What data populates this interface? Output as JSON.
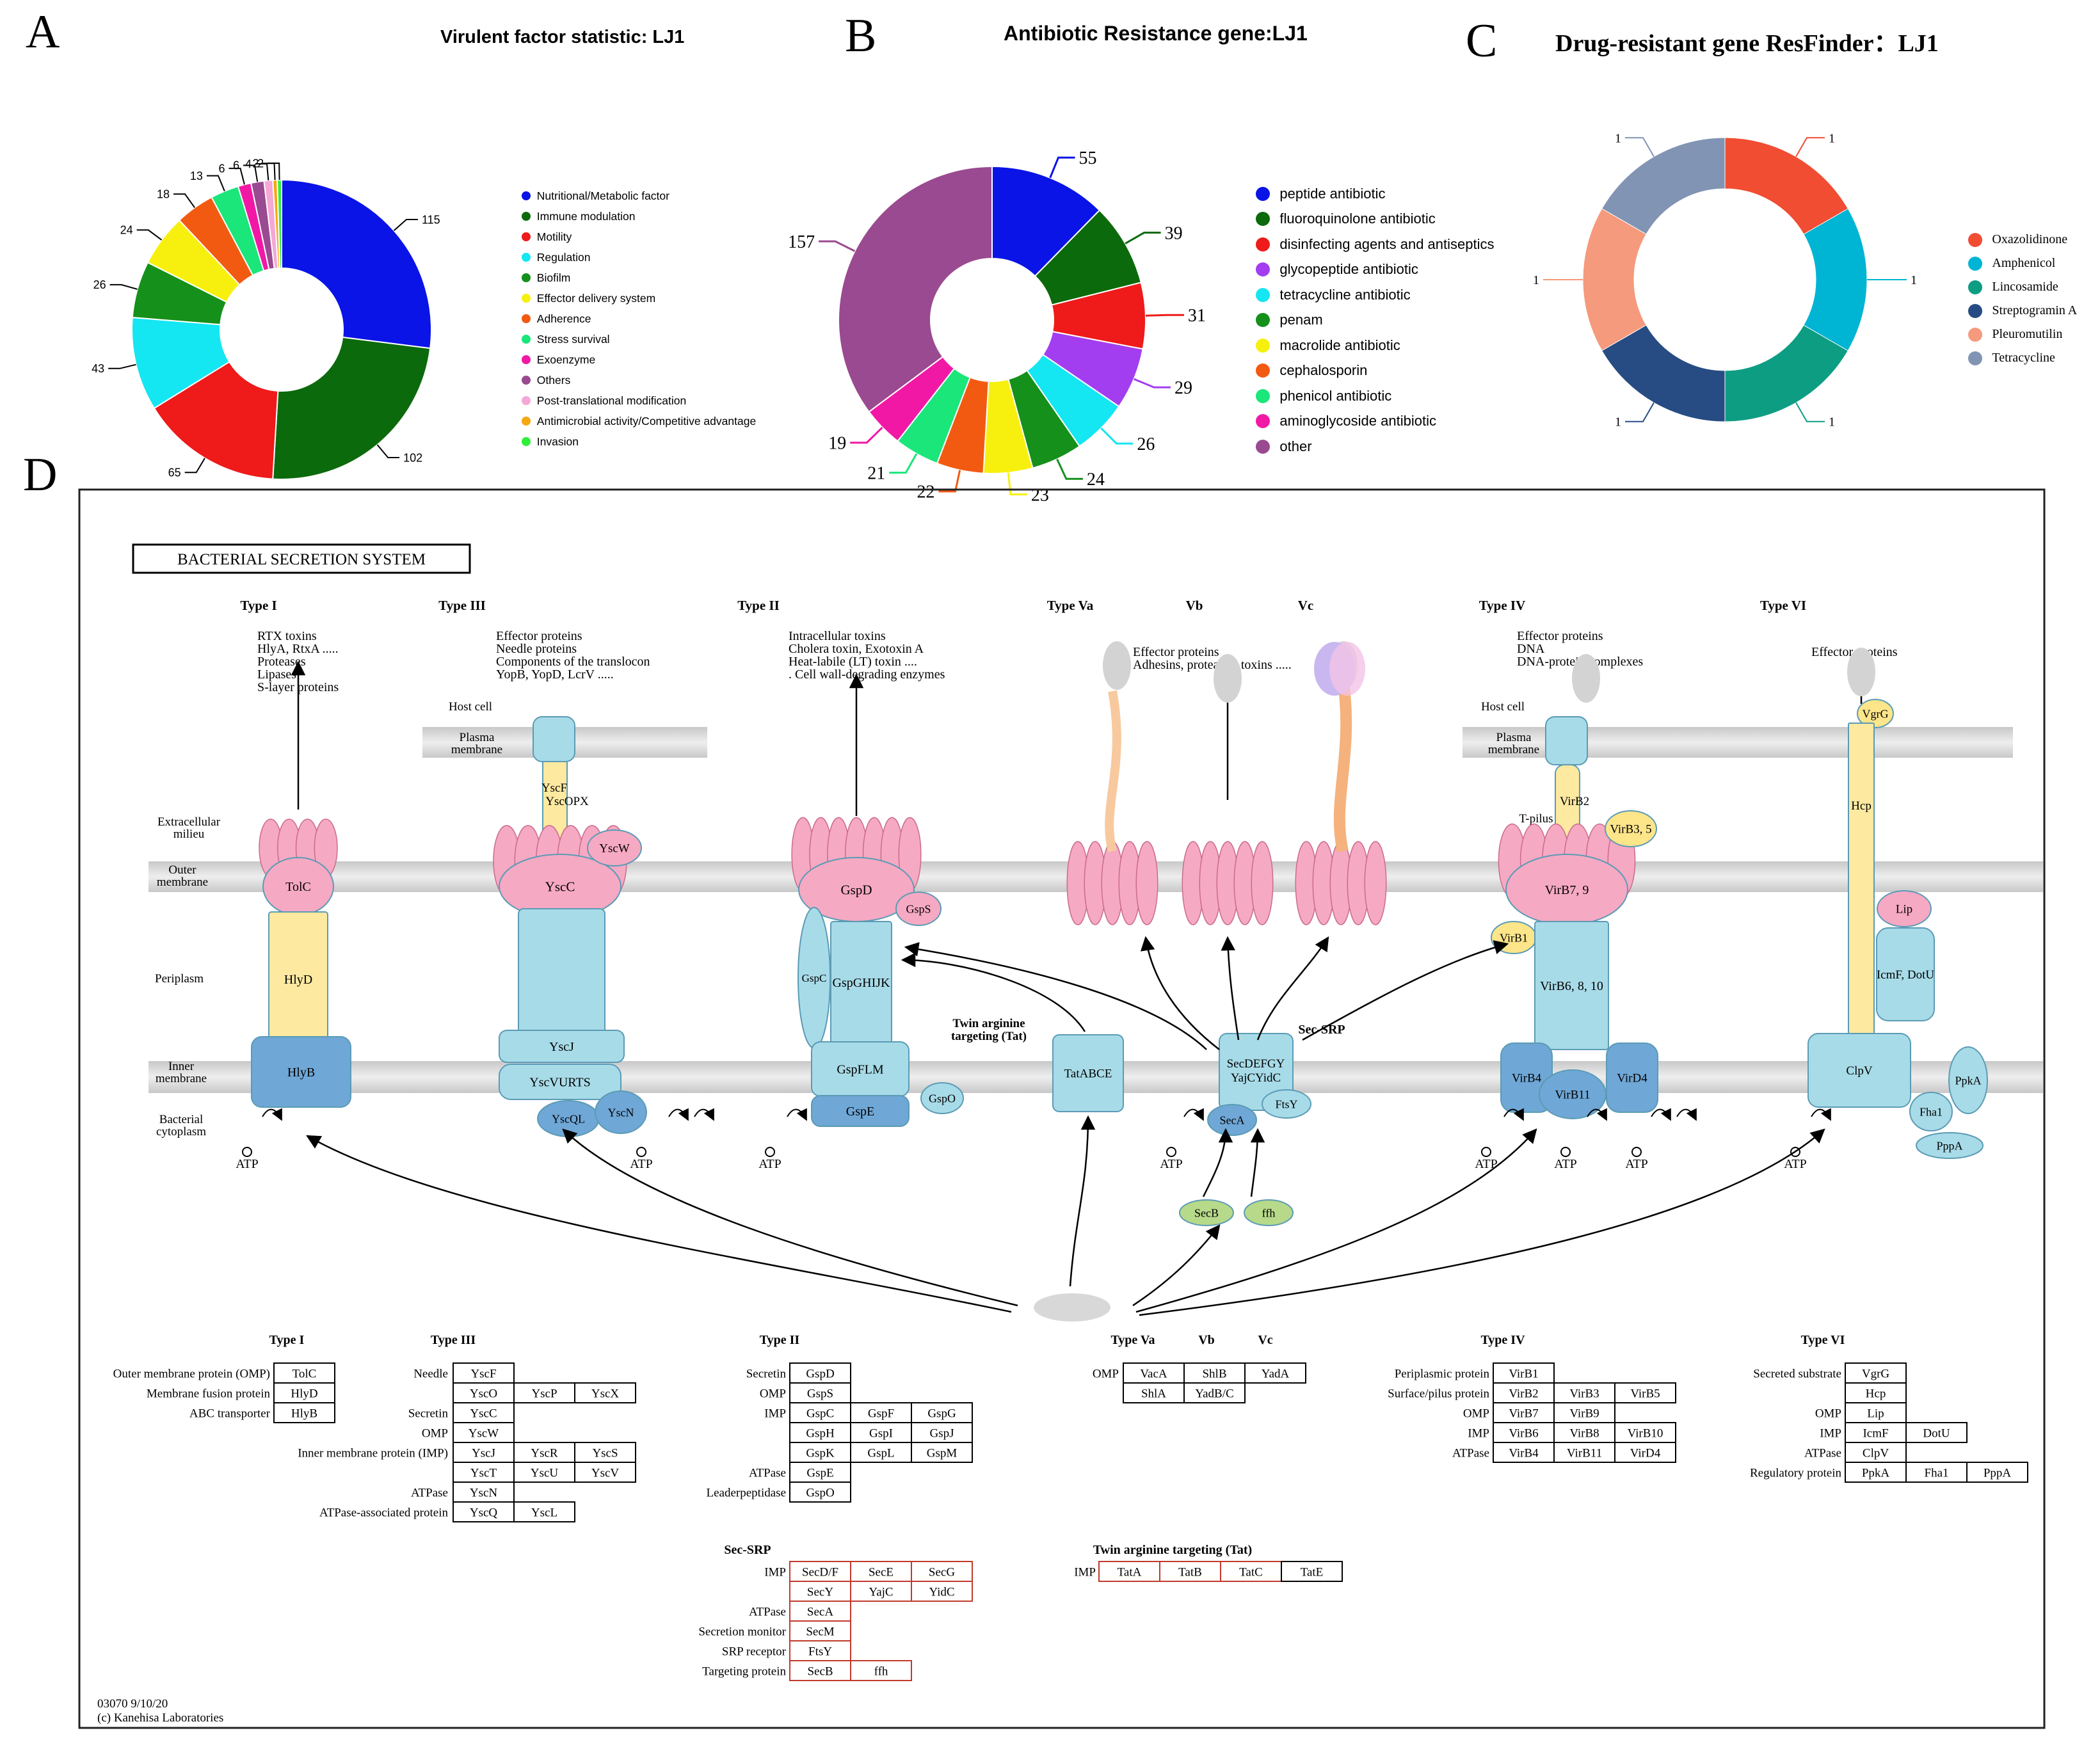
{
  "panel_letters": {
    "a": "A",
    "b": "B",
    "c": "C",
    "d": "D"
  },
  "titles": {
    "a": "Virulent factor statistic: LJ1",
    "b": "Antibiotic Resistance gene:LJ1",
    "c": "Drug-resistant gene ResFinder：LJ1"
  },
  "chart_data": [
    {
      "id": "A",
      "type": "pie",
      "donut": true,
      "title": "Virulent factor statistic: LJ1",
      "legend_position": "right",
      "slices": [
        {
          "label": "Nutritional/Metabolic factor",
          "value": 115,
          "color": "#0a14e6"
        },
        {
          "label": "Immune modulation",
          "value": 102,
          "color": "#0b6a0b"
        },
        {
          "label": "Motility",
          "value": 65,
          "color": "#ef1a1a"
        },
        {
          "label": "Regulation",
          "value": 43,
          "color": "#14e6f2"
        },
        {
          "label": "Biofilm",
          "value": 26,
          "color": "#15901a"
        },
        {
          "label": "Effector delivery system",
          "value": 24,
          "color": "#f7f00f"
        },
        {
          "label": "Adherence",
          "value": 18,
          "color": "#f25a12"
        },
        {
          "label": "Stress survival",
          "value": 13,
          "color": "#1ae67a"
        },
        {
          "label": "Exoenzyme",
          "value": 6,
          "color": "#f218a6"
        },
        {
          "label": "Others",
          "value": 6,
          "color": "#9a4a90"
        },
        {
          "label": "Post-translational modification",
          "value": 4,
          "color": "#f5a7d6"
        },
        {
          "label": "Antimicrobial activity/Competitive advantage",
          "value": 2,
          "color": "#f5a80f"
        },
        {
          "label": "Invasion",
          "value": 2,
          "color": "#2ef03a"
        }
      ]
    },
    {
      "id": "B",
      "type": "pie",
      "donut": true,
      "title": "Antibiotic Resistance gene:LJ1",
      "legend_position": "right",
      "slices": [
        {
          "label": "peptide antibiotic",
          "value": 55,
          "color": "#0a14e6"
        },
        {
          "label": "fluoroquinolone antibiotic",
          "value": 39,
          "color": "#0b6a0b"
        },
        {
          "label": "disinfecting agents and antiseptics",
          "value": 31,
          "color": "#ef1a1a"
        },
        {
          "label": "glycopeptide antibiotic",
          "value": 29,
          "color": "#a23ef0"
        },
        {
          "label": "tetracycline antibiotic",
          "value": 26,
          "color": "#14e6f2"
        },
        {
          "label": "penam",
          "value": 24,
          "color": "#15901a"
        },
        {
          "label": "macrolide antibiotic",
          "value": 23,
          "color": "#f7f00f"
        },
        {
          "label": "cephalosporin",
          "value": 22,
          "color": "#f25a12"
        },
        {
          "label": "phenicol antibiotic",
          "value": 21,
          "color": "#1ae67a"
        },
        {
          "label": "aminoglycoside antibiotic",
          "value": 19,
          "color": "#f218a6"
        },
        {
          "label": "other",
          "value": 157,
          "color": "#9a4a90"
        }
      ]
    },
    {
      "id": "C",
      "type": "pie",
      "donut": true,
      "title": "Drug-resistant gene ResFinder：LJ1",
      "legend_position": "right",
      "slices": [
        {
          "label": "Oxazolidinone",
          "value": 1,
          "color": "#f04d33"
        },
        {
          "label": "Amphenicol",
          "value": 1,
          "color": "#00b4d4"
        },
        {
          "label": "Lincosamide",
          "value": 1,
          "color": "#0d9d83"
        },
        {
          "label": "Streptogramin A",
          "value": 1,
          "color": "#264c83"
        },
        {
          "label": "Pleuromutilin",
          "value": 1,
          "color": "#f59a7c"
        },
        {
          "label": "Tetracycline",
          "value": 1,
          "color": "#8194b4"
        }
      ]
    }
  ],
  "kegg": {
    "title": "BACTERIAL SECRETION SYSTEM",
    "footer_id": "03070 9/10/20",
    "footer_copy": "(c) Kanehisa Laboratories",
    "type_labels": [
      "Type I",
      "Type III",
      "Type II",
      "Type Va",
      "Vb",
      "Vc",
      "Type IV",
      "Type VI"
    ],
    "compartments": [
      "Host cell",
      "Plasma membrane",
      "Extracellular milieu",
      "Outer membrane",
      "Periplasm",
      "Inner membrane",
      "Bacterial cytoplasm"
    ],
    "secreted": {
      "t1": [
        "RTX toxins",
        "HlyA, RtxA  .....",
        "Proteases",
        "Lipases",
        "S-layer proteins"
      ],
      "t3": [
        "Effector proteins",
        "Needle proteins",
        "Components of the translocon",
        "YopB, YopD, LcrV  ....."
      ],
      "t2": [
        "Intracellular toxins",
        "Cholera toxin, Exotoxin A",
        "Heat-labile (LT) toxin  ....",
        ". Cell wall-degrading enzymes"
      ],
      "t5": [
        "Effector proteins",
        "Adhesins, proteases, toxins ....."
      ],
      "t4": [
        "Effector proteins",
        "DNA",
        "DNA-protein complexes"
      ],
      "t6": [
        "Effector proteins"
      ]
    },
    "proteins": {
      "tolc": "TolC",
      "hlyd": "HlyD",
      "hlyb": "HlyB",
      "ysccomp": "YscF",
      "yscopx": "YscOPX",
      "yscw": "YscW",
      "yscc": "YscC",
      "yscj": "YscJ",
      "yscvurts": "YscVURTS",
      "yscql": "YscQL",
      "yscn": "YscN",
      "gspd": "GspD",
      "gsps": "GspS",
      "gspc": "GspC",
      "gspghijk": "GspGHIJK",
      "gspflm": "GspFLM",
      "gspe": "GspE",
      "gspo": "GspO",
      "tatabce": "TatABCE",
      "tat_label1": "Twin arginine",
      "tat_label2": "targeting (Tat)",
      "secdefgy": "SecDEFGY",
      "yajcyidc": "YajCYidC",
      "ftsy": "FtsY",
      "seca": "SecA",
      "secsrp": "Sec-SRP",
      "secb": "SecB",
      "ffh": "ffh",
      "virb2": "VirB2",
      "tpilus": "T-pilus",
      "virb35": "VirB3, 5",
      "virb79": "VirB7, 9",
      "virb1": "VirB1",
      "virb6810": "VirB6, 8, 10",
      "virb4": "VirB4",
      "virb11": "VirB11",
      "vird4": "VirD4",
      "vgrg": "VgrG",
      "hcp": "Hcp",
      "lip": "Lip",
      "icmf": "IcmF, DotU",
      "clpv": "ClpV",
      "ppka": "PpkA",
      "fha1": "Fha1",
      "pppa": "PppA",
      "atp": "ATP"
    },
    "tables": {
      "t1": {
        "title": "Type I",
        "rows": [
          {
            "label": "Outer membrane  protein (OMP)",
            "cells": [
              {
                "t": "TolC"
              }
            ]
          },
          {
            "label": "Membrane fusion protein",
            "cells": [
              {
                "t": "HlyD"
              }
            ]
          },
          {
            "label": "ABC transporter",
            "cells": [
              {
                "t": "HlyB"
              }
            ]
          }
        ]
      },
      "t3": {
        "title": "Type III",
        "rows": [
          {
            "label": "Needle",
            "cells": [
              {
                "t": "YscF"
              }
            ]
          },
          {
            "label": "",
            "cells": [
              {
                "t": "YscO"
              },
              {
                "t": "YscP"
              },
              {
                "t": "YscX"
              }
            ]
          },
          {
            "label": "Secretin",
            "cells": [
              {
                "t": "YscC"
              }
            ]
          },
          {
            "label": "OMP",
            "cells": [
              {
                "t": "YscW"
              }
            ]
          },
          {
            "label": "Inner membrane protein (IMP)",
            "cells": [
              {
                "t": "YscJ"
              },
              {
                "t": "YscR"
              },
              {
                "t": "YscS"
              }
            ]
          },
          {
            "label": "",
            "cells": [
              {
                "t": "YscT"
              },
              {
                "t": "YscU"
              },
              {
                "t": "YscV"
              }
            ]
          },
          {
            "label": "ATPase",
            "cells": [
              {
                "t": "YscN"
              }
            ]
          },
          {
            "label": "ATPase-associated protein",
            "cells": [
              {
                "t": "YscQ"
              },
              {
                "t": "YscL"
              }
            ]
          }
        ]
      },
      "t2": {
        "title": "Type II",
        "rows": [
          {
            "label": "Secretin",
            "cells": [
              {
                "t": "GspD"
              }
            ]
          },
          {
            "label": "OMP",
            "cells": [
              {
                "t": "GspS"
              }
            ]
          },
          {
            "label": "IMP",
            "cells": [
              {
                "t": "GspC"
              },
              {
                "t": "GspF"
              },
              {
                "t": "GspG"
              }
            ]
          },
          {
            "label": "",
            "cells": [
              {
                "t": "GspH"
              },
              {
                "t": "GspI"
              },
              {
                "t": "GspJ"
              }
            ]
          },
          {
            "label": "",
            "cells": [
              {
                "t": "GspK"
              },
              {
                "t": "GspL"
              },
              {
                "t": "GspM"
              }
            ]
          },
          {
            "label": "ATPase",
            "cells": [
              {
                "t": "GspE"
              }
            ]
          },
          {
            "label": "Leaderpeptidase",
            "cells": [
              {
                "t": "GspO"
              }
            ]
          }
        ]
      },
      "secsrp": {
        "title": "Sec-SRP",
        "rows": [
          {
            "label": "IMP",
            "cells": [
              {
                "t": "SecD/F",
                "red": true
              },
              {
                "t": "SecE",
                "red": true
              },
              {
                "t": "SecG",
                "red": true
              }
            ]
          },
          {
            "label": "",
            "cells": [
              {
                "t": "SecY",
                "red": true
              },
              {
                "t": "YajC",
                "red": true
              },
              {
                "t": "YidC",
                "red": true
              }
            ]
          },
          {
            "label": "ATPase",
            "cells": [
              {
                "t": "SecA",
                "red": true
              }
            ]
          },
          {
            "label": "Secretion monitor",
            "cells": [
              {
                "t": "SecM",
                "red": true
              }
            ]
          },
          {
            "label": "SRP receptor",
            "cells": [
              {
                "t": "FtsY",
                "red": true
              }
            ]
          },
          {
            "label": "Targeting protein",
            "cells": [
              {
                "t": "SecB",
                "red": true
              },
              {
                "t": "ffh",
                "red": true
              }
            ]
          }
        ]
      },
      "t5": {
        "title_a": "Type Va",
        "title_b": "Vb",
        "title_c": "Vc",
        "rows": [
          {
            "label": "OMP",
            "cells": [
              {
                "t": "VacA"
              },
              {
                "t": "ShlB"
              },
              {
                "t": "YadA"
              }
            ]
          },
          {
            "label": "",
            "cells": [
              {
                "t": "ShlA"
              },
              {
                "t": "YadB/C"
              }
            ]
          }
        ]
      },
      "tat": {
        "title": "Twin arginine targeting (Tat)",
        "rows": [
          {
            "label": "IMP",
            "cells": [
              {
                "t": "TatA",
                "red": true
              },
              {
                "t": "TatB",
                "red": true
              },
              {
                "t": "TatC",
                "red": true
              },
              {
                "t": "TatE",
                "red": false
              }
            ]
          }
        ]
      },
      "t4": {
        "title": "Type IV",
        "rows": [
          {
            "label": "Periplasmic protein",
            "cells": [
              {
                "t": "VirB1"
              }
            ]
          },
          {
            "label": "Surface/pilus protein",
            "cells": [
              {
                "t": "VirB2"
              },
              {
                "t": "VirB3"
              },
              {
                "t": "VirB5"
              }
            ]
          },
          {
            "label": "OMP",
            "cells": [
              {
                "t": "VirB7"
              },
              {
                "t": "VirB9"
              }
            ]
          },
          {
            "label": "IMP",
            "cells": [
              {
                "t": "VirB6"
              },
              {
                "t": "VirB8"
              },
              {
                "t": "VirB10"
              }
            ]
          },
          {
            "label": "ATPase",
            "cells": [
              {
                "t": "VirB4"
              },
              {
                "t": "VirB11"
              },
              {
                "t": "VirD4"
              }
            ]
          }
        ]
      },
      "t6": {
        "title": "Type VI",
        "rows": [
          {
            "label": "Secreted substrate",
            "cells": [
              {
                "t": "VgrG"
              }
            ]
          },
          {
            "label": "",
            "cells": [
              {
                "t": "Hcp"
              }
            ]
          },
          {
            "label": "OMP",
            "cells": [
              {
                "t": "Lip"
              }
            ]
          },
          {
            "label": "IMP",
            "cells": [
              {
                "t": "IcmF"
              },
              {
                "t": "DotU"
              }
            ]
          },
          {
            "label": "ATPase",
            "cells": [
              {
                "t": "ClpV"
              }
            ]
          },
          {
            "label": "Regulatory protein",
            "cells": [
              {
                "t": "PpkA"
              },
              {
                "t": "Fha1"
              },
              {
                "t": "PppA"
              }
            ]
          }
        ]
      }
    }
  }
}
